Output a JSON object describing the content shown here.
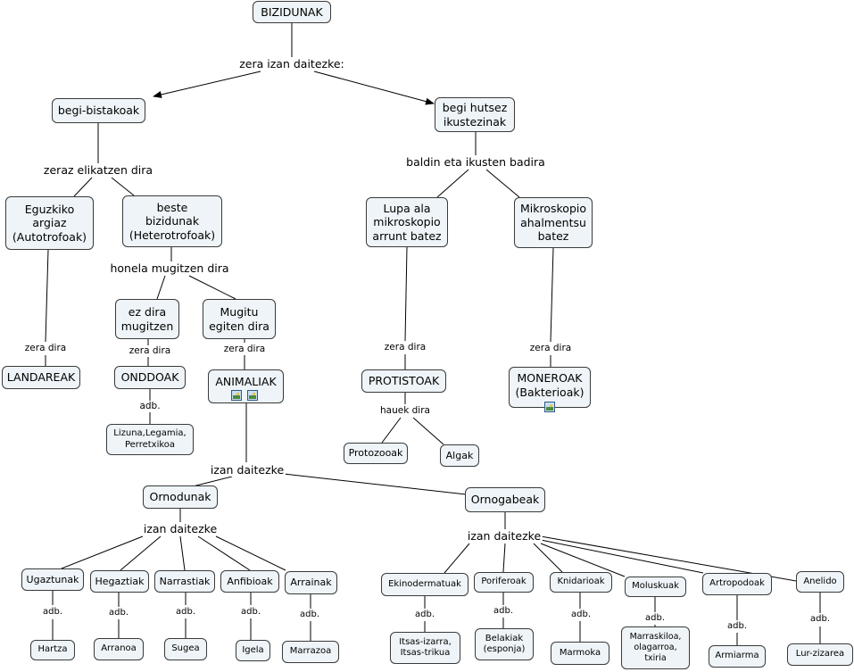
{
  "nodes": {
    "bizidunak": "BIZIDUNAK",
    "begi_bistakoak": "begi-bistakoak",
    "begi_hutsez": "begi hutsez\nikustezinak",
    "eguzkiko": "Eguzkiko\nargiaz\n(Autotrofoak)",
    "beste": "beste\nbizidunak\n(Heterotrofoak)",
    "lupa": "Lupa ala\nmikroskopio\narrunt batez",
    "mikroskopio": "Mikroskopio\nahalmentsu\nbatez",
    "ez_dira": "ez dira\nmugitzen",
    "mugitu": "Mugitu\negiten dira",
    "landareak": "LANDAREAK",
    "onddoak": "ONDDOAK",
    "animaliak": "ANIMALIAK",
    "protistoak": "PROTISTOAK",
    "moneroak": "MONEROAK\n(Bakterioak)",
    "lizuna": "Lizuna,Legamia,\nPerretxikoa",
    "protozooak": "Protozooak",
    "algak": "Algak",
    "ornodunak": "Ornodunak",
    "ornogabeak": "Ornogabeak",
    "ugaztunak": "Ugaztunak",
    "hegaztiak": "Hegaztiak",
    "narrastiak": "Narrastiak",
    "anfibioak": "Anfibioak",
    "arrainak": "Arrainak",
    "ekinodermatuak": "Ekinodermatuak",
    "poriferoak": "Poriferoak",
    "knidarioak": "Knidarioak",
    "moluskuak": "Moluskuak",
    "artropodoak": "Artropodoak",
    "anelido": "Anelido",
    "hartza": "Hartza",
    "arranoa": "Arranoa",
    "sugea": "Sugea",
    "igela": "Igela",
    "marrazoa": "Marrazoa",
    "itsas_izarra": "Itsas-izarra,\nItsas-trikua",
    "belakiak": "Belakiak\n(esponja)",
    "marmoka": "Marmoka",
    "marraskiloa": "Marraskiloa,\nolagarroa,\ntxiria",
    "armiarma": "Armiarma",
    "lur_zizarea": "Lur-zizarea"
  },
  "labels": {
    "zera_izan": "zera izan daitezke:",
    "zeraz_elikatzen": "zeraz elikatzen dira",
    "baldin_eta": "baldin eta ikusten badira",
    "honela_mugitzen": "honela mugitzen dira",
    "zera_dira_1": "zera dira",
    "zera_dira_2": "zera dira",
    "zera_dira_3": "zera dira",
    "zera_dira_4": "zera dira",
    "zera_dira_5": "zera dira",
    "adb_onddoak": "adb.",
    "hauek_dira": "hauek dira",
    "izan_daitezke_anim": "izan daitezke",
    "izan_daitezke_orno": "izan daitezke",
    "izan_daitezke_ornog": "izan daitezke",
    "adb_1": "adb.",
    "adb_2": "adb.",
    "adb_3": "adb.",
    "adb_4": "adb.",
    "adb_5": "adb.",
    "adb_6": "adb.",
    "adb_7": "adb.",
    "adb_8": "adb.",
    "adb_9": "adb.",
    "adb_10": "adb.",
    "adb_11": "adb."
  },
  "icons": [
    "image-icon",
    "image-icon",
    "image-icon"
  ],
  "colors": {
    "node_fill": "#eef4f7",
    "node_border": "#3a3a3a",
    "line": "#000000"
  }
}
